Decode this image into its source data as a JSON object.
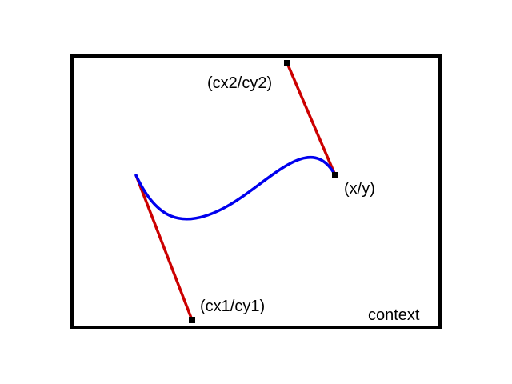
{
  "colors": {
    "curve": "#0000ee",
    "handle": "#cc0000",
    "frame": "#000000",
    "point": "#000000"
  },
  "labels": {
    "cp2": "(cx2/cy2)",
    "end": "(x/y)",
    "cp1": "(cx1/cy1)",
    "context": "context"
  }
}
